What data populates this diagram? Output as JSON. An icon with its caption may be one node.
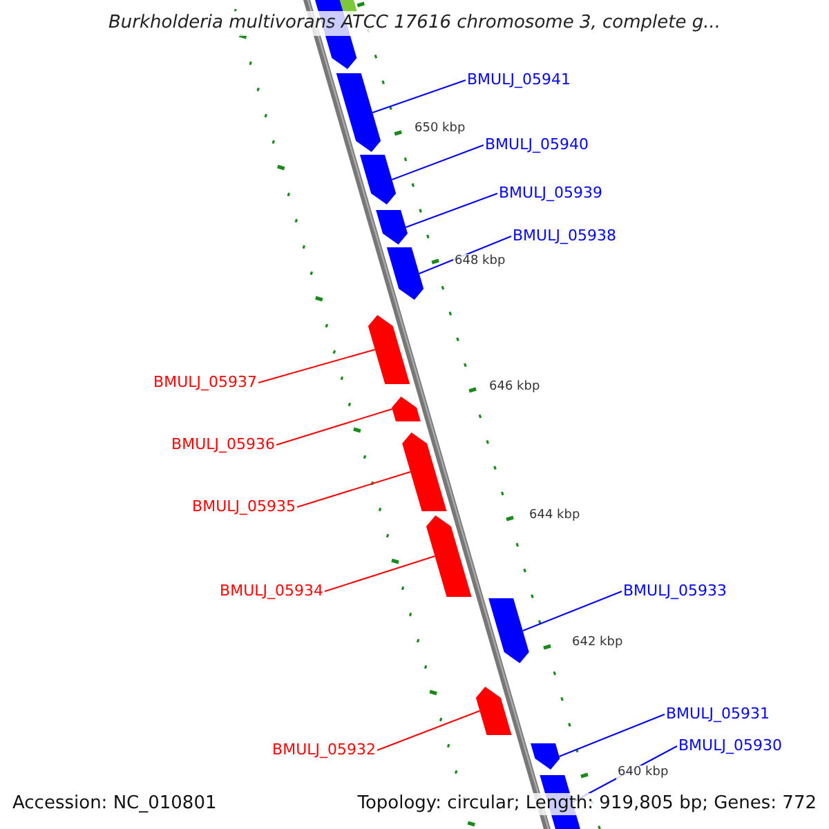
{
  "diagram": {
    "title": "Burkholderia multivorans ATCC 17616 chromosome 3, complete g...",
    "nodes": [
      {
        "text": [],
        "shape": "arrow"
      },
      {
        "text": [],
        "shape": "arrow"
      },
      {
        "text": [
          "BMULJ_05941"
        ]
      },
      {
        "text": [],
        "shape": "arrow"
      },
      {
        "text": [
          "BMULJ_05940"
        ]
      },
      {
        "text": [],
        "shape": "arrow"
      },
      {
        "text": [
          "BMULJ_05939"
        ]
      },
      {
        "text": [],
        "shape": "arrow"
      },
      {
        "text": [
          "BMULJ_05938"
        ]
      },
      {
        "text": [],
        "shape": "arrow"
      },
      {
        "text": [
          "BMULJ_05937"
        ]
      },
      {
        "text": [],
        "shape": "arrow"
      },
      {
        "text": [
          "BMULJ_05936"
        ]
      },
      {
        "text": [],
        "shape": "arrow"
      },
      {
        "text": [
          "BMULJ_05935"
        ]
      },
      {
        "text": [],
        "shape": "arrow"
      },
      {
        "text": [
          "BMULJ_05934"
        ]
      },
      {
        "text": [],
        "shape": "arrow"
      },
      {
        "text": [
          "BMULJ_05933"
        ]
      },
      {
        "text": [],
        "shape": "arrow"
      },
      {
        "text": [
          "BMULJ_05932"
        ]
      },
      {
        "text": [],
        "shape": "arrow"
      },
      {
        "text": [
          "BMULJ_05931"
        ]
      },
      {
        "text": [],
        "shape": "arrow"
      },
      {
        "text": [
          "BMULJ_05930"
        ]
      },
      {
        "text": [],
        "shape": "arrow"
      }
    ],
    "edges": [
      {
        "from": 2,
        "to": 3,
        "arrow": "none"
      },
      {
        "from": 4,
        "to": 5,
        "arrow": "none"
      },
      {
        "from": 6,
        "to": 7,
        "arrow": "none"
      },
      {
        "from": 8,
        "to": 9,
        "arrow": "none"
      },
      {
        "from": 10,
        "to": 11,
        "arrow": "none",
        "color": "#ff0000"
      },
      {
        "from": 12,
        "to": 13,
        "arrow": "none",
        "color": "#ff0000"
      },
      {
        "from": 14,
        "to": 15,
        "arrow": "none",
        "color": "#ff0000"
      },
      {
        "from": 16,
        "to": 17,
        "arrow": "none",
        "color": "#ff0000"
      },
      {
        "from": 18,
        "to": 19,
        "arrow": "none"
      },
      {
        "from": 20,
        "to": 21,
        "arrow": "none",
        "color": "#ff0000"
      },
      {
        "from": 22,
        "to": 23,
        "arrow": "none"
      },
      {
        "from": 24,
        "to": 25,
        "arrow": "none"
      }
    ],
    "labels": [
      "650 kbp",
      "648 kbp",
      "646 kbp",
      "644 kbp",
      "642 kbp",
      "640 kbp",
      "Accession: NC_010801",
      "Topology: circular; Length: 919,805 bp; Genes: 772"
    ]
  }
}
